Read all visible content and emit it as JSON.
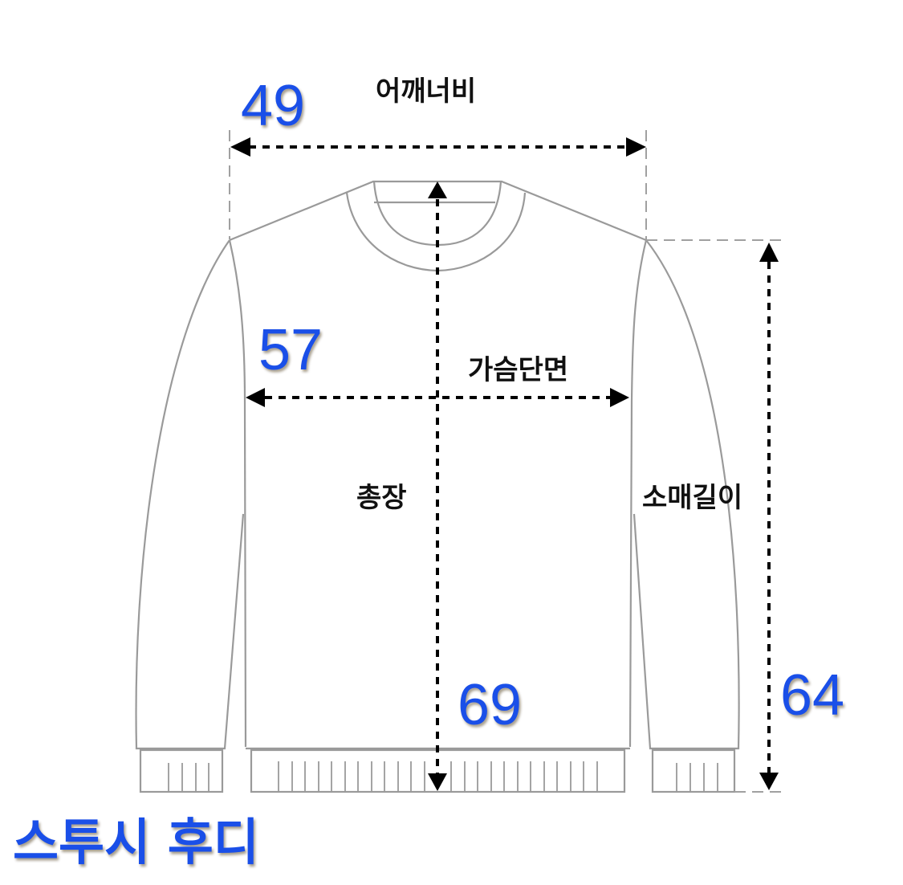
{
  "title": "스투시 후디",
  "colors": {
    "value_blue": "#1a4fe8",
    "outline_gray": "#9a9a9a",
    "arrow_black": "#000000"
  },
  "measurements": {
    "shoulder": {
      "label": "어깨너비",
      "value": "49"
    },
    "chest": {
      "label": "가슴단면",
      "value": "57"
    },
    "length": {
      "label": "총장",
      "value": "69"
    },
    "sleeve": {
      "label": "소매길이",
      "value": "64"
    }
  }
}
